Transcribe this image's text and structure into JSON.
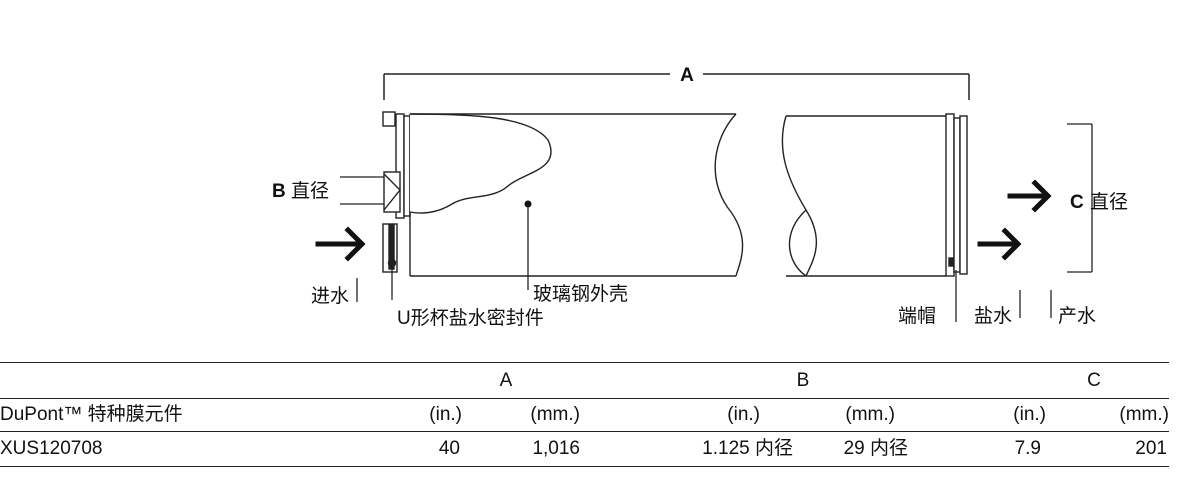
{
  "diagram": {
    "label_a": "A",
    "label_b_letter": "B",
    "label_b_text": "直径",
    "label_c_letter": "C",
    "label_c_text": "直径",
    "label_feed": "进水",
    "label_brine_seal": "U形杯盐水密封件",
    "label_shell": "玻璃钢外壳",
    "label_end_cap": "端帽",
    "label_concentrate": "盐水",
    "label_permeate": "产水"
  },
  "table": {
    "groups": [
      "A",
      "B",
      "C"
    ],
    "header_label": "DuPont™ 特种膜元件",
    "units": [
      "(in.)",
      "(mm.)",
      "(in.)",
      "(mm.)",
      "(in.)",
      "(mm.)"
    ],
    "row": {
      "model": "XUS120708",
      "values": [
        "40",
        "1,016",
        "1.125 内径",
        "29 内径",
        "7.9",
        "201"
      ]
    }
  }
}
